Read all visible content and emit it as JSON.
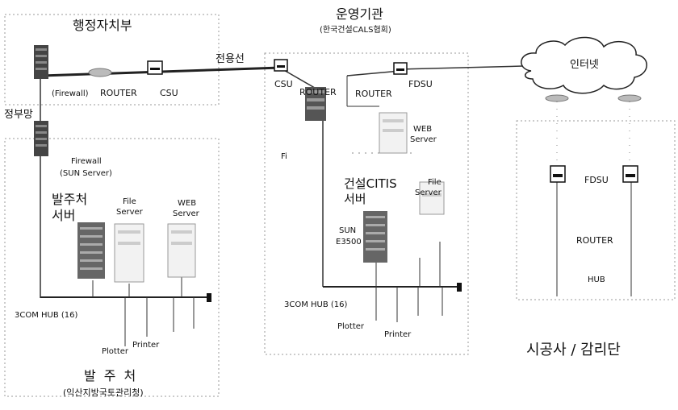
{
  "left_site": {
    "title": "행정자치부",
    "firewall": "(Firewall)",
    "router": "ROUTER",
    "csu": "CSU",
    "gov_net": "정부망",
    "firewall2": "Firewall",
    "sun_server": "(SUN Server)",
    "server_title_1": "발주처",
    "server_title_2": "서버",
    "file_server_1": "File",
    "file_server_2": "Server",
    "web_server_1": "WEB",
    "web_server_2": "Server",
    "hub": "3COM HUB (16)",
    "plotter": "Plotter",
    "printer": "Printer",
    "site_name": "발주처",
    "site_sub": "(익산지방국토관리청)"
  },
  "center_site": {
    "title": "운영기관",
    "subtitle": "(한국건설CALS협회)",
    "leased_line": "전용선",
    "csu": "CSU",
    "router_a": "ROUTER",
    "router_b": "ROUTER",
    "fdsu": "FDSU",
    "web_server_1": "WEB",
    "web_server_2": "Server",
    "fi_label": "Fi",
    "citis_1": "건설CITIS",
    "citis_2": "서버",
    "file_server_1": "File",
    "file_server_2": "Server",
    "sun_1": "SUN",
    "sun_2": "E3500",
    "hub": "3COM HUB (16)",
    "plotter": "Plotter",
    "printer": "Printer"
  },
  "right_site": {
    "internet": "인터넷",
    "fdsu": "FDSU",
    "router": "ROUTER",
    "hub": "HUB",
    "site_name": "시공사 / 감리단"
  }
}
